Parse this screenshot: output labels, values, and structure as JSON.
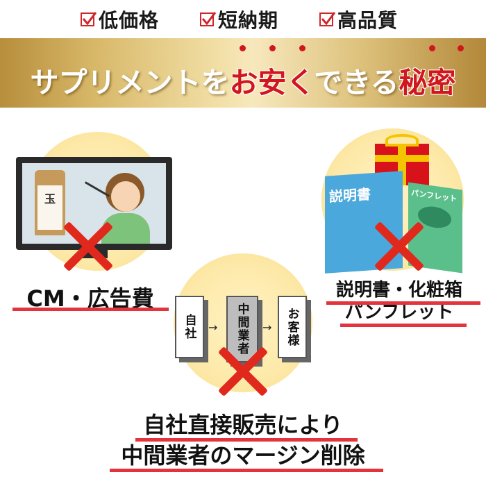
{
  "checklist": [
    {
      "label": "低価格"
    },
    {
      "label": "短納期"
    },
    {
      "label": "高品質"
    }
  ],
  "banner": {
    "part1": "サプリメントを",
    "part2": "お安く",
    "part3": "できる",
    "part4": "秘密"
  },
  "left": {
    "product_label": "玉",
    "caption": "CM・広告費"
  },
  "right": {
    "box1_label": "説明書",
    "box2_label": "パンフレット",
    "caption_line1": "説明書・化粧箱",
    "caption_line2": "パンフレット"
  },
  "center": {
    "flow": [
      {
        "label": "自社"
      },
      {
        "label": "中間業者"
      },
      {
        "label": "お客様"
      }
    ],
    "arrow": "→",
    "caption_line1": "自社直接販売により",
    "caption_line2": "中間業者のマージン削除"
  },
  "colors": {
    "accent_red": "#e0281c",
    "banner_gold": "#d8b96a",
    "circle_fill": "#fde9a9"
  },
  "icons": [
    "check-icon",
    "cross-icon",
    "gift-icon",
    "monitor-icon",
    "arrow-right-icon"
  ]
}
